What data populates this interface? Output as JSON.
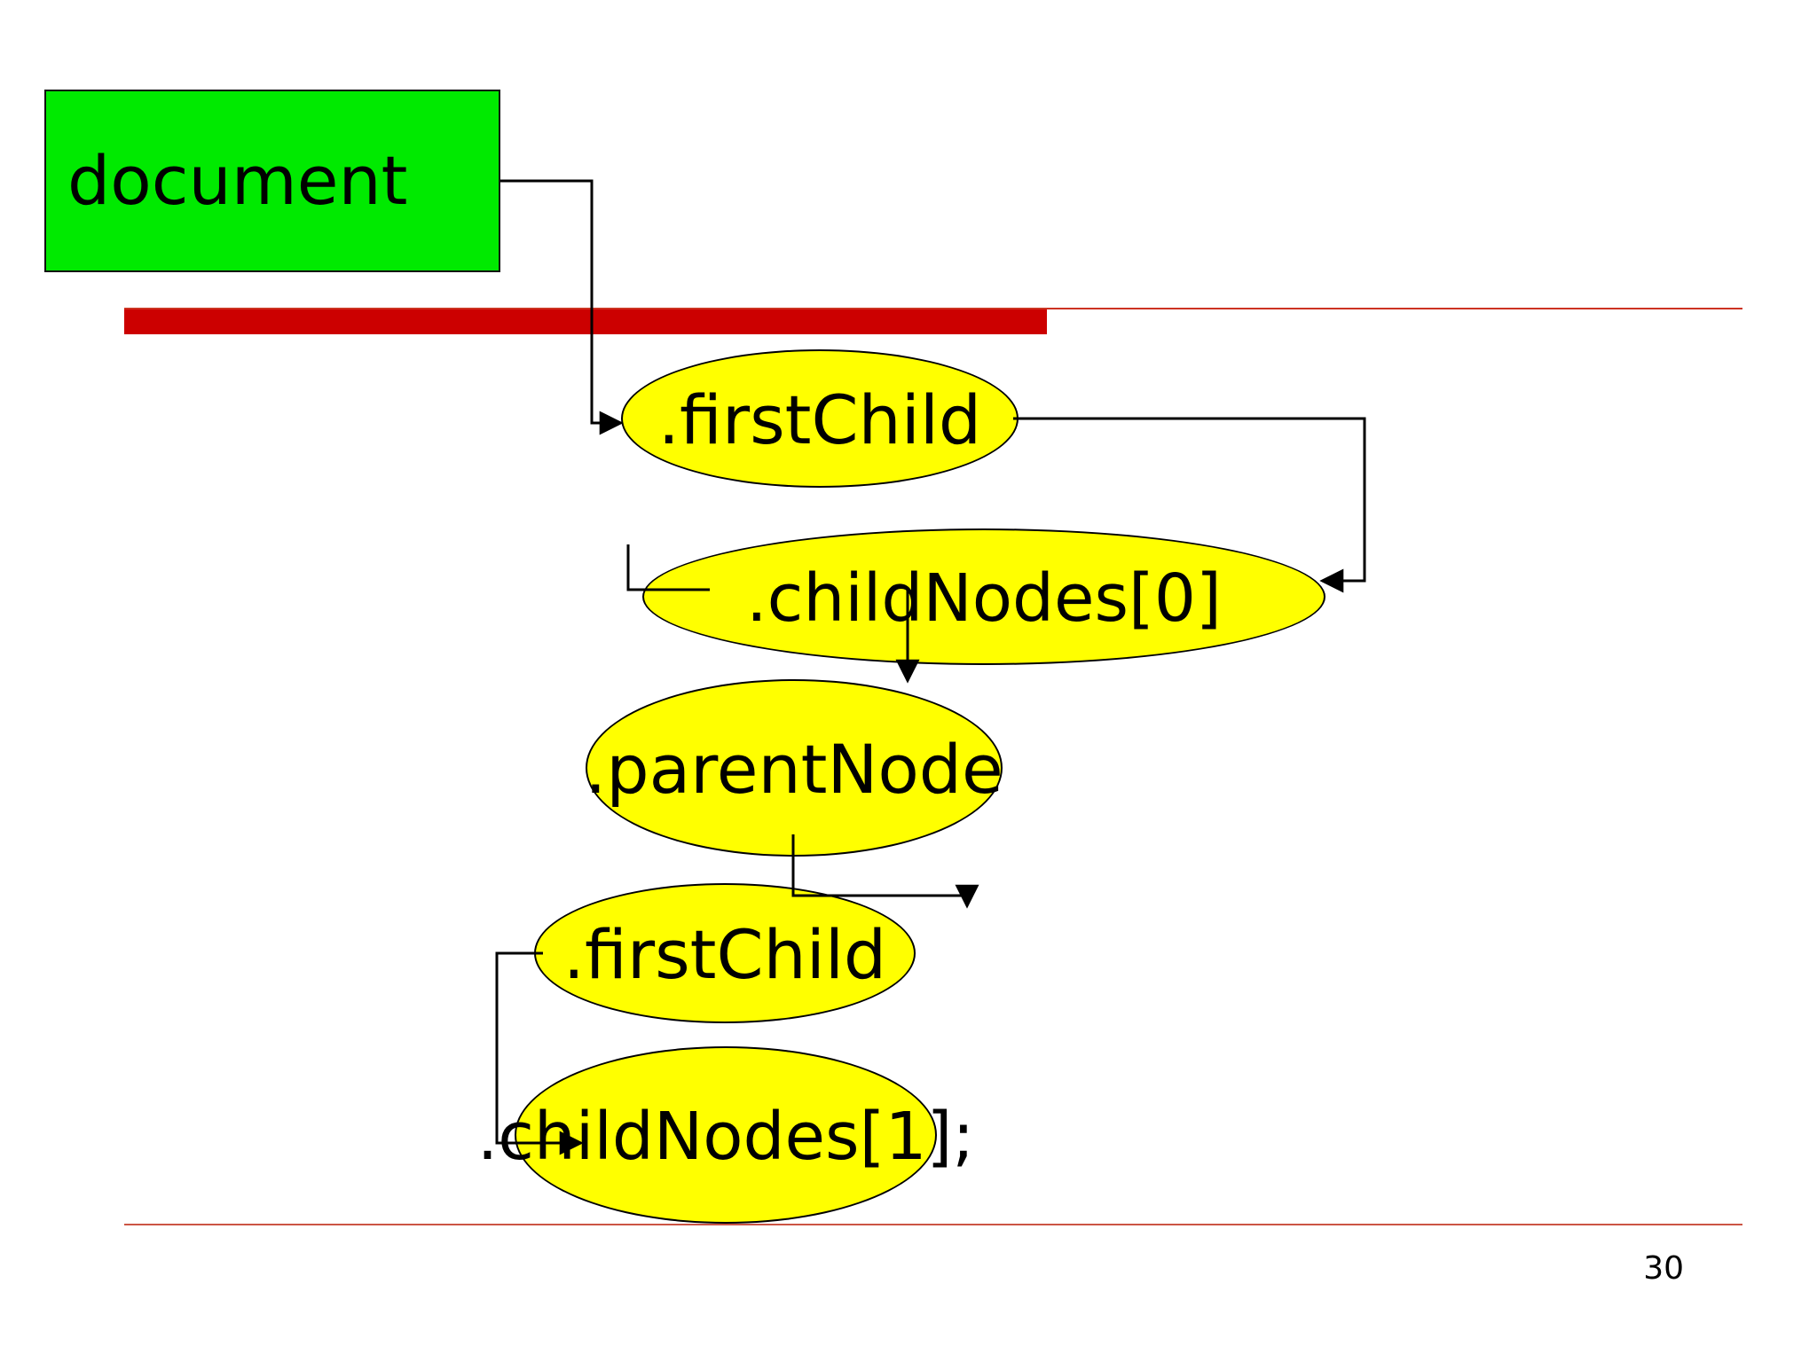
{
  "slide": {
    "page_number": "30",
    "background_color": "#ffffff",
    "accent_rule_color": "#cc0000",
    "node_fill_color": "#ffff00",
    "root_fill_color": "#00ea00",
    "outline_color": "#000000"
  },
  "root_node": {
    "label": "document",
    "shape": "rectangle",
    "fill": "#00ea00"
  },
  "nodes": [
    {
      "id": "firstchild-1",
      "label": ".firstChild",
      "shape": "ellipse",
      "fill": "#ffff00"
    },
    {
      "id": "childnodes-0",
      "label": ".childNodes[0]",
      "shape": "ellipse",
      "fill": "#ffff00"
    },
    {
      "id": "parentnode",
      "label": ".parentNode",
      "shape": "ellipse",
      "fill": "#ffff00"
    },
    {
      "id": "firstchild-2",
      "label": ".firstChild",
      "shape": "ellipse",
      "fill": "#ffff00"
    },
    {
      "id": "childnodes-1",
      "label": ".childNodes[1];",
      "shape": "ellipse",
      "fill": "#ffff00"
    }
  ],
  "connectors": [
    {
      "from": "document",
      "to": "firstchild-1",
      "style": "elbow-right-down-right",
      "arrow": "into-left"
    },
    {
      "from": "firstchild-1",
      "to": "childnodes-0",
      "style": "elbow-right-down-left",
      "arrow": "into-right"
    },
    {
      "from": "childnodes-0",
      "to": "parentnode",
      "style": "straight-down",
      "arrow": "into-top"
    },
    {
      "from": "parentnode",
      "to": "firstchild-2",
      "style": "elbow-down-right",
      "arrow": "into-top"
    },
    {
      "from": "firstchild-2",
      "to": "childnodes-1",
      "style": "elbow-left-down-right",
      "arrow": "into-left"
    }
  ]
}
